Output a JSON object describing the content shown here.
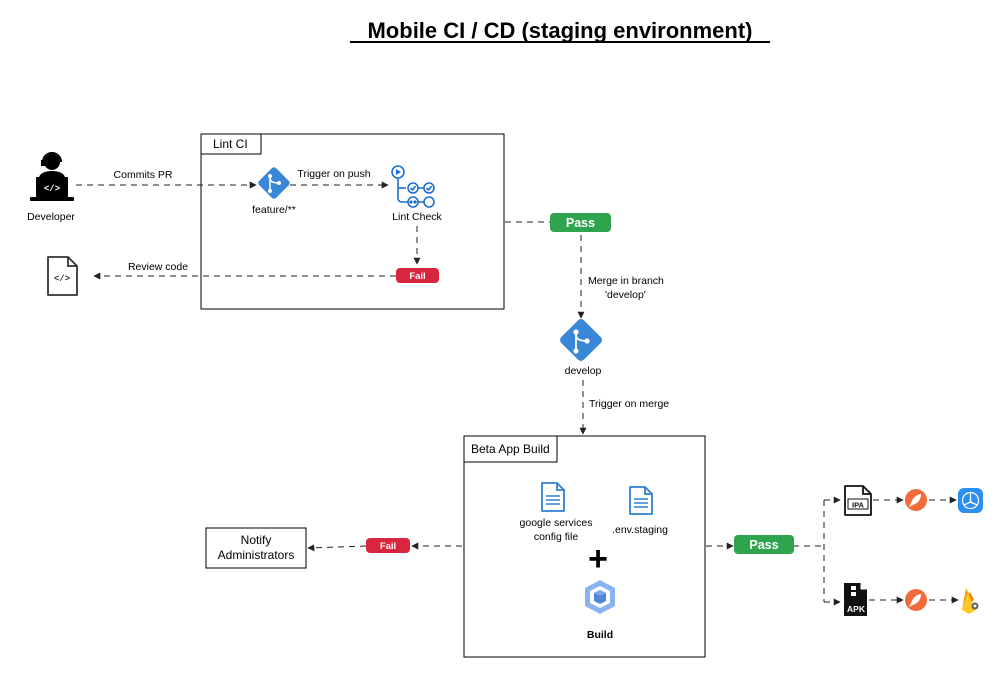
{
  "title": "Mobile CI / CD (staging environment)",
  "colors": {
    "pass": "#2ea44f",
    "fail": "#d7263d",
    "git_blue": "#3a87d8",
    "icon_blue": "#2f7fd3",
    "rocket": "#f26b3a"
  },
  "groups": {
    "lint_ci": {
      "label": "Lint CI"
    },
    "beta_build": {
      "label": "Beta App Build"
    }
  },
  "nodes": {
    "developer": {
      "label": "Developer",
      "icon": "developer-laptop-icon"
    },
    "code_file": {
      "icon": "code-file-icon"
    },
    "feature_branch": {
      "label": "feature/**",
      "icon": "git-branch-icon"
    },
    "lint_check": {
      "label": "Lint Check",
      "icon": "workflow-icon"
    },
    "lint_fail": {
      "label": "Fail"
    },
    "lint_pass": {
      "label": "Pass"
    },
    "develop_branch": {
      "label": "develop",
      "icon": "git-branch-icon"
    },
    "google_config": {
      "label_line1": "google services",
      "label_line2": "config file",
      "icon": "document-icon"
    },
    "env_staging": {
      "label": ".env.staging",
      "icon": "document-icon"
    },
    "plus": {
      "label": "+"
    },
    "build": {
      "label": "Build",
      "icon": "build-cube-icon"
    },
    "build_fail": {
      "label": "Fail"
    },
    "build_pass": {
      "label": "Pass"
    },
    "notify": {
      "label_line1": "Notify",
      "label_line2": "Administrators"
    },
    "ipa": {
      "label": "IPA",
      "icon": "ipa-file-icon"
    },
    "apk": {
      "label": "APK",
      "icon": "apk-file-icon"
    },
    "rocket_ios": {
      "icon": "rocket-icon"
    },
    "rocket_android": {
      "icon": "rocket-icon"
    },
    "testflight": {
      "icon": "testflight-icon"
    },
    "firebase": {
      "icon": "firebase-icon"
    }
  },
  "edges": {
    "commits_pr": "Commits PR",
    "trigger_on_push": "Trigger on push",
    "review_code": "Review code",
    "merge_line1": "Merge in branch",
    "merge_line2": "'develop'",
    "trigger_on_merge": "Trigger on merge"
  }
}
